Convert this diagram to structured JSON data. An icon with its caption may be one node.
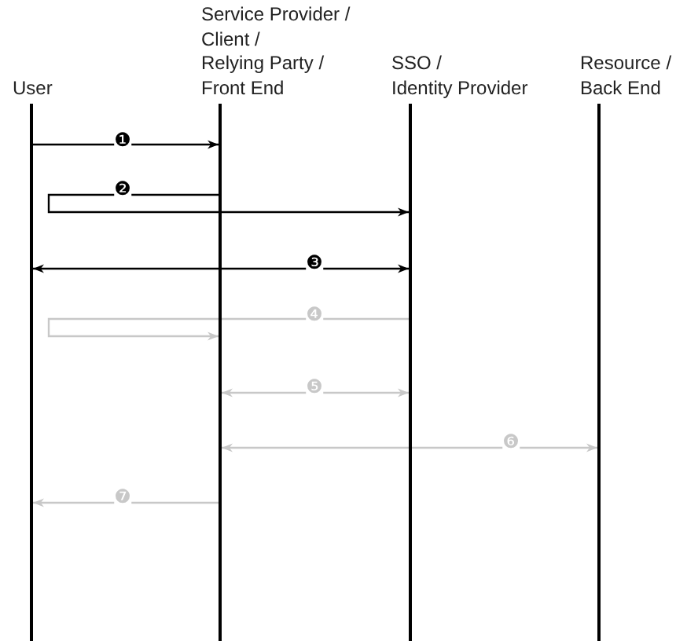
{
  "diagram": {
    "nodes": [
      {
        "text": [
          "User"
        ]
      },
      {
        "text": [
          "Service Provider / Client / Relying Party / Front End"
        ]
      },
      {
        "text": [
          "SSO / Identity Provider"
        ]
      },
      {
        "text": [
          "Resource / Back End"
        ]
      }
    ],
    "edges": [
      {
        "from": 0,
        "to": 1,
        "arrow": "to",
        "label": "❶",
        "color": "#000000"
      },
      {
        "from": 1,
        "to": 2,
        "arrow": "to",
        "label": "❷",
        "color": "#000000"
      },
      {
        "from": 0,
        "to": 2,
        "arrow": "both",
        "label": "❸",
        "color": "#000000"
      },
      {
        "from": 2,
        "to": 1,
        "arrow": "to",
        "label": "❹"
      },
      {
        "from": 1,
        "to": 2,
        "arrow": "both",
        "label": "❺"
      },
      {
        "from": 1,
        "to": 3,
        "arrow": "both",
        "label": "❻"
      },
      {
        "from": 1,
        "to": 0,
        "arrow": "to",
        "label": "❼"
      }
    ]
  }
}
